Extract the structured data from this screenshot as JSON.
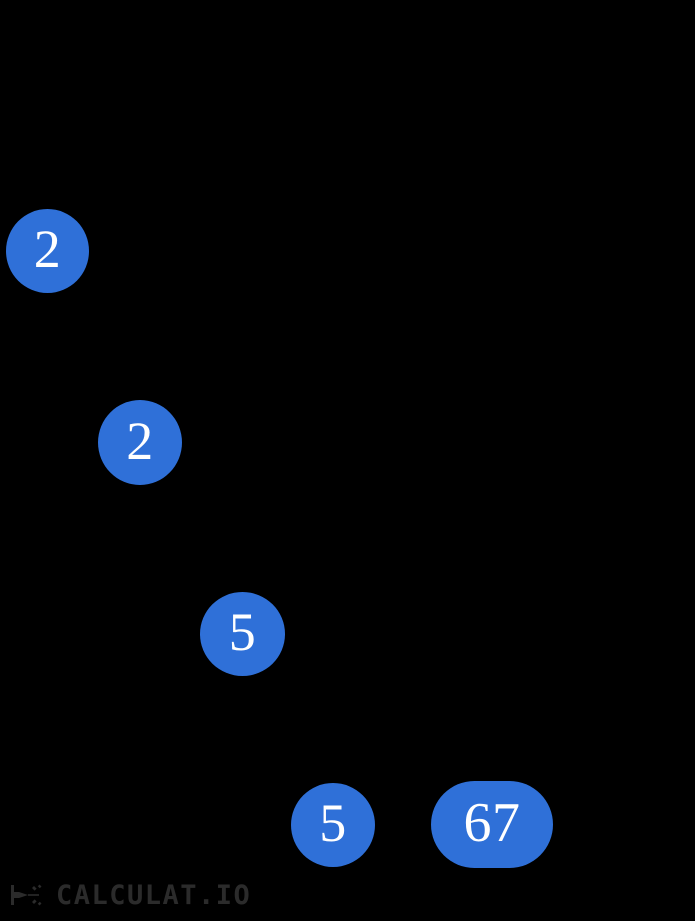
{
  "background_color": "#000000",
  "node_color": "#2F70D8",
  "node_text_color": "#FFFFFF",
  "diagram": {
    "type": "prime-factorization-tree",
    "nodes": [
      {
        "label": "2",
        "shape": "circle"
      },
      {
        "label": "2",
        "shape": "circle"
      },
      {
        "label": "5",
        "shape": "circle"
      },
      {
        "label": "5",
        "shape": "circle"
      },
      {
        "label": "67",
        "shape": "pill"
      }
    ]
  },
  "watermark": {
    "text": "CALCULAT.IO",
    "color": "#2B2B2B",
    "logo_icon": "calculatio-logo-icon"
  }
}
